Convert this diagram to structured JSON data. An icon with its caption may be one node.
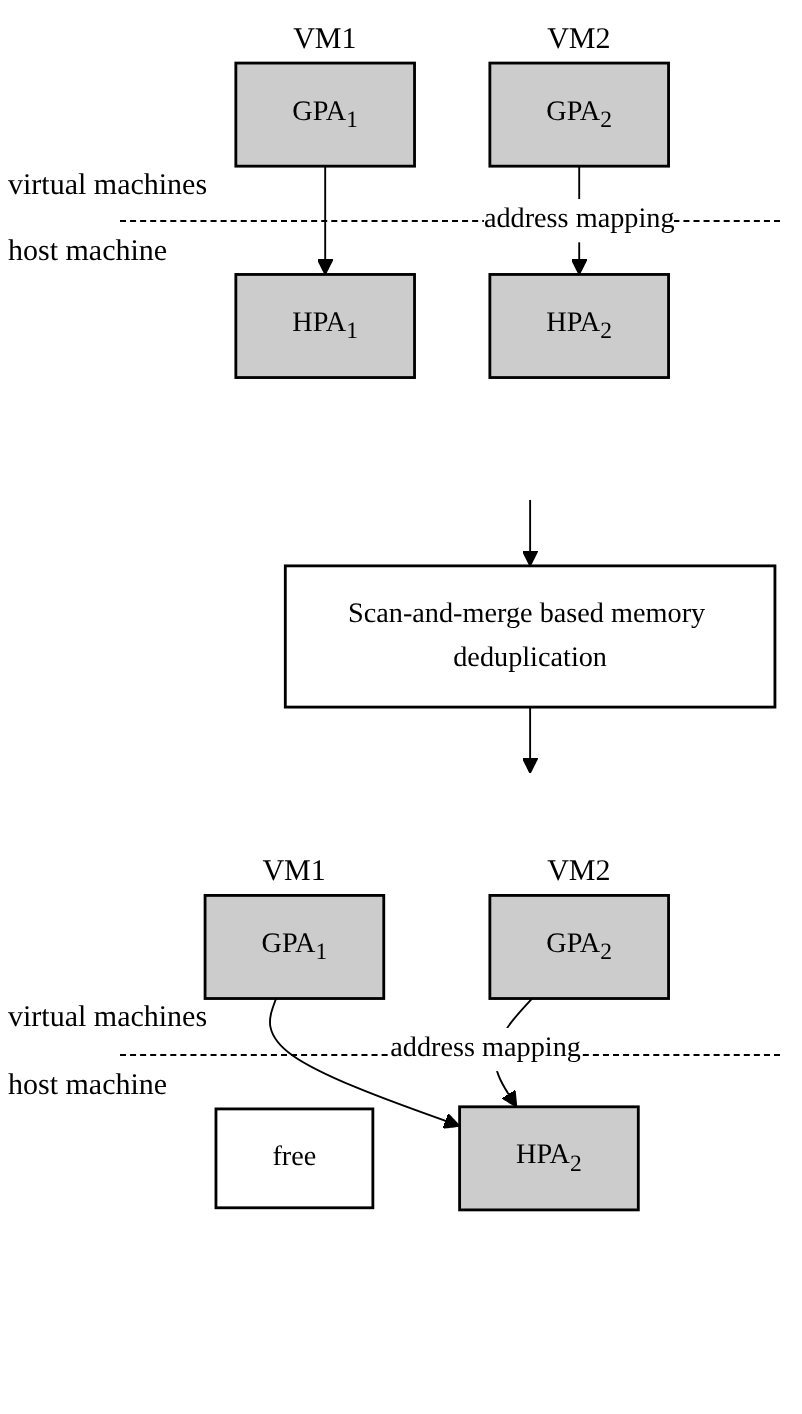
{
  "diagram": {
    "nodes": [
      {
        "text": [
          "GPA$_{1}$"
        ]
      },
      {
        "text": [
          "GPA$_{2}$"
        ]
      },
      {
        "text": [
          "HPA$_{1}$"
        ]
      },
      {
        "text": [
          "HPA$_{2}$"
        ]
      },
      {
        "text": [
          "Scan-and-merge based memory deduplication"
        ]
      },
      {
        "text": [
          "GPA$_{1}$"
        ]
      },
      {
        "text": [
          "GPA$_{2}$"
        ]
      },
      {
        "text": [
          "free"
        ]
      },
      {
        "text": [
          "HPA$_{2}$"
        ]
      }
    ],
    "edges": [
      {
        "from": 0,
        "to": 2,
        "arrow": "to"
      },
      {
        "from": 1,
        "to": 3,
        "arrow": "to",
        "label": "address mapping"
      },
      {
        "from": null,
        "to": 4,
        "arrow": "to"
      },
      {
        "from": 4,
        "to": null,
        "arrow": "to"
      },
      {
        "from": 5,
        "to": 8,
        "arrow": "to"
      },
      {
        "from": 6,
        "to": 8,
        "arrow": "to",
        "label": "address mapping"
      }
    ],
    "labels": [
      "VM1",
      "VM2",
      "virtual machines",
      "host machine",
      "VM1",
      "VM2",
      "virtual machines",
      "host machine"
    ]
  }
}
